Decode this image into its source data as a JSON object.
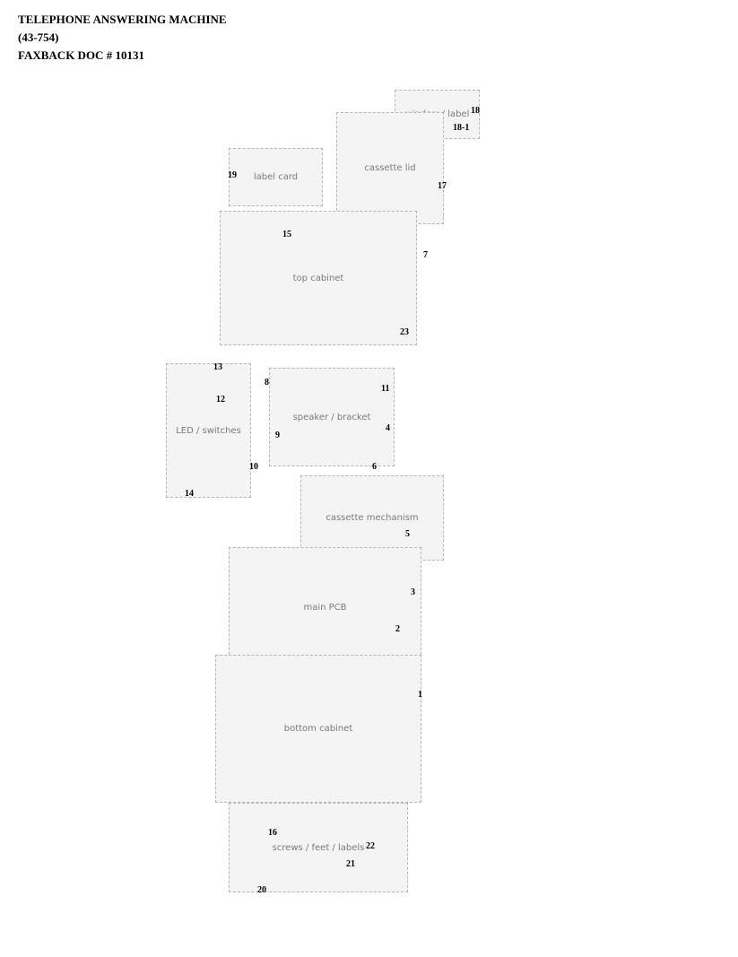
{
  "header": {
    "title": "TELEPHONE ANSWERING MACHINE",
    "model": "(43-754)",
    "doc": "FAXBACK DOC # 10131"
  },
  "callouts": [
    "1",
    "2",
    "3",
    "4",
    "5",
    "6",
    "7",
    "8",
    "9",
    "10",
    "11",
    "12",
    "13",
    "14",
    "15",
    "16",
    "17",
    "18",
    "18-1",
    "19",
    "20",
    "21",
    "22",
    "23"
  ]
}
